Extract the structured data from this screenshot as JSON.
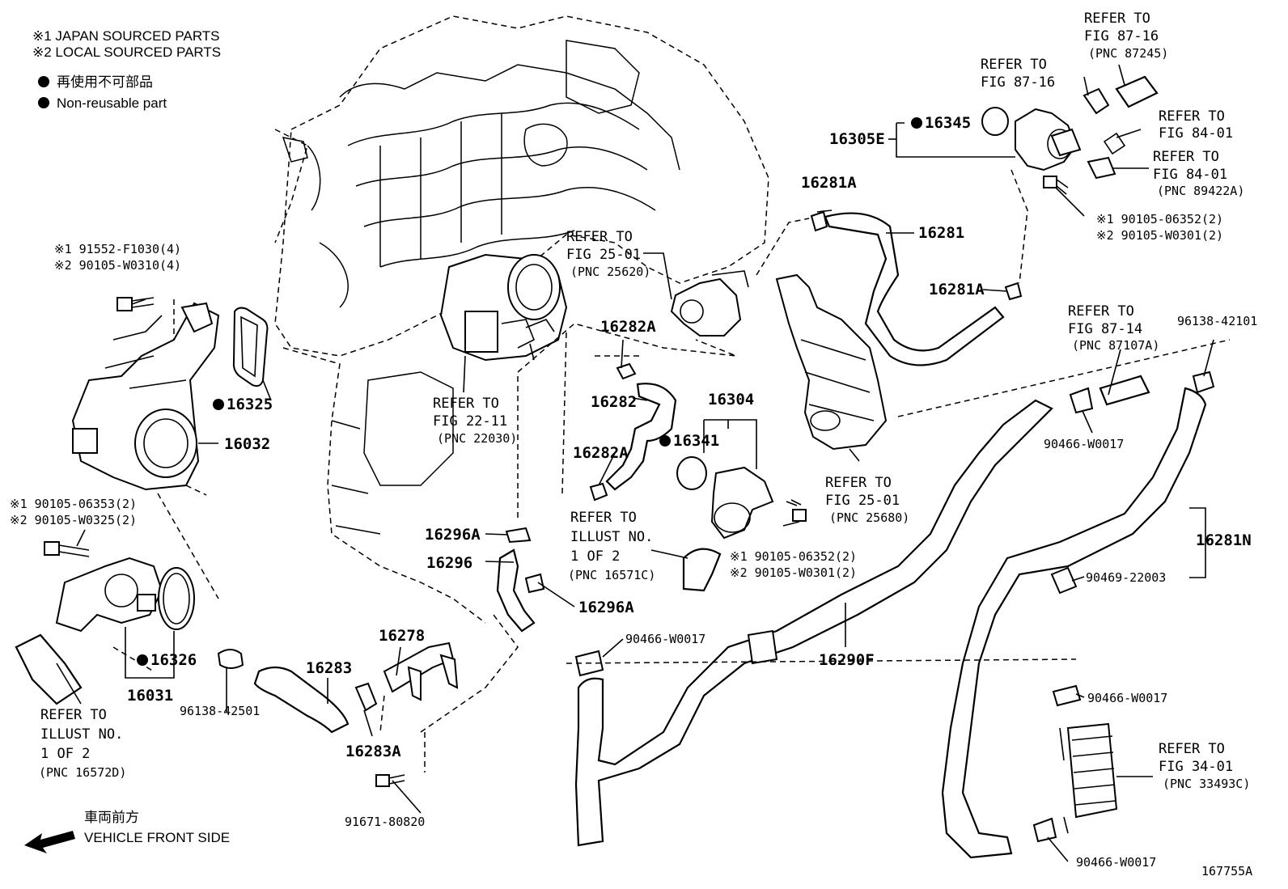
{
  "legend": {
    "japan": "※1  JAPAN SOURCED PARTS",
    "local": "※2  LOCAL SOURCED PARTS",
    "nonreusable_jp": "再使用不可部品",
    "nonreusable_en": "Non-reusable part"
  },
  "vehicle_front": {
    "jp": "車両前方",
    "en": "VEHICLE FRONT SIDE"
  },
  "figure_id": "167755A",
  "parts": {
    "p16305E": "16305E",
    "p16345": "16345",
    "p16281A_top": "16281A",
    "p16281": "16281",
    "p16281A_mid": "16281A",
    "p16282A_top": "16282A",
    "p16282": "16282",
    "p16282A_bot": "16282A",
    "p16304": "16304",
    "p16341": "16341",
    "p16325": "16325",
    "p16032": "16032",
    "p16296A_top": "16296A",
    "p16296": "16296",
    "p16296A_bot": "16296A",
    "p16326": "16326",
    "p16031": "16031",
    "p16283": "16283",
    "p16278": "16278",
    "p16283A": "16283A",
    "p16290F": "16290F",
    "p16281N": "16281N",
    "b91552": "※1 91552-F1030(4)",
    "b90105_W0310": "※2 90105-W0310(4)",
    "b90105_06353": "※1 90105-06353(2)",
    "b90105_W0325": "※2 90105-W0325(2)",
    "b90105_06352_top": "※1 90105-06352(2)",
    "b90105_W0301_top": "※2 90105-W0301(2)",
    "b90105_06352_mid": "※1 90105-06352(2)",
    "b90105_W0301_mid": "※2 90105-W0301(2)",
    "c96138_42501": "96138-42501",
    "c96138_42101": "96138-42101",
    "b91671_80820": "91671-80820",
    "c90466_W0017_a": "90466-W0017",
    "c90466_W0017_b": "90466-W0017",
    "c90466_W0017_c": "90466-W0017",
    "c90466_W0017_d": "90466-W0017",
    "c90469_22003": "90469-22003"
  },
  "refs": {
    "r87_16_top": {
      "l1": "REFER TO",
      "l2": "FIG 87-16",
      "l3": "(PNC 87245)"
    },
    "r87_16_mid": {
      "l1": "REFER TO",
      "l2": "FIG 87-16"
    },
    "r84_01_a": {
      "l1": "REFER TO",
      "l2": "FIG 84-01"
    },
    "r84_01_b": {
      "l1": "REFER TO",
      "l2": "FIG 84-01",
      "l3": "(PNC 89422A)"
    },
    "r25_01_top": {
      "l1": "REFER TO",
      "l2": "FIG 25-01",
      "l3": "(PNC 25620)"
    },
    "r22_11": {
      "l1": "REFER TO",
      "l2": "FIG 22-11",
      "l3": "(PNC 22030)"
    },
    "r25_01_bot": {
      "l1": "REFER TO",
      "l2": "FIG 25-01",
      "l3": "(PNC 25680)"
    },
    "r87_14": {
      "l1": "REFER TO",
      "l2": "FIG 87-14",
      "l3": "(PNC 87107A)"
    },
    "illust_16571C": {
      "l1": "REFER TO",
      "l2": "ILLUST NO.",
      "l3": "1 OF 2",
      "l4": "(PNC 16571C)"
    },
    "illust_16572D": {
      "l1": "REFER TO",
      "l2": "ILLUST NO.",
      "l3": "1 OF 2",
      "l4": "(PNC 16572D)"
    },
    "r34_01": {
      "l1": "REFER TO",
      "l2": "FIG 34-01",
      "l3": "(PNC 33493C)"
    }
  }
}
